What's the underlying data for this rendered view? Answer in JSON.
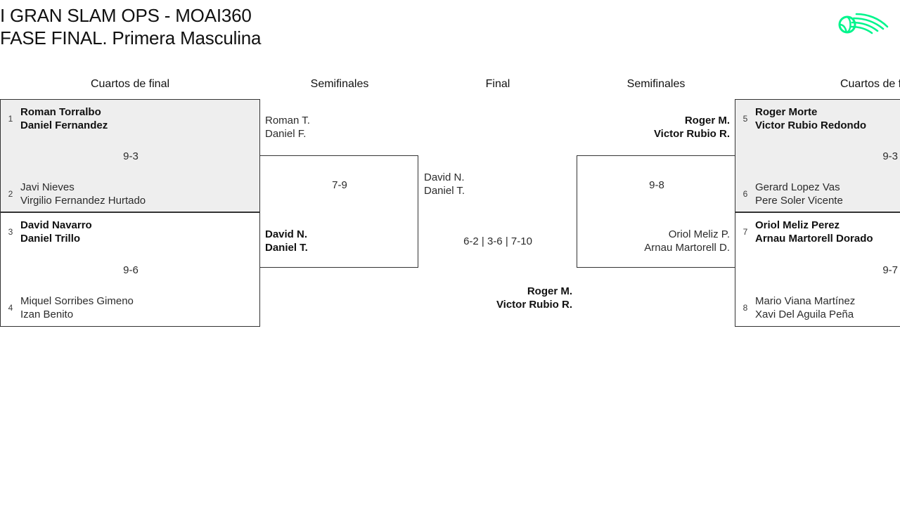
{
  "header": {
    "title_line1": "I GRAN SLAM OPS - MOAI360",
    "title_line2": "FASE FINAL. Primera Masculina",
    "logo_name": "padel-ball-logo",
    "logo_color": "#00f58c"
  },
  "rounds": [
    {
      "label": "Cuartos de final"
    },
    {
      "label": "Semifinales"
    },
    {
      "label": "Final"
    },
    {
      "label": "Semifinales"
    },
    {
      "label": "Cuartos de final"
    }
  ],
  "bracket": {
    "left_quarterfinals": [
      {
        "score": "9-3",
        "top": {
          "seed": "1",
          "line1": "Roman Torralbo",
          "line2": "Daniel Fernandez",
          "winner": true
        },
        "bottom": {
          "seed": "2",
          "line1": "Javi Nieves",
          "line2": "Virgilio Fernandez Hurtado",
          "winner": false
        }
      },
      {
        "score": "9-6",
        "top": {
          "seed": "3",
          "line1": "David Navarro",
          "line2": "Daniel Trillo",
          "winner": true
        },
        "bottom": {
          "seed": "4",
          "line1": "Miquel Sorribes Gimeno",
          "line2": "Izan Benito",
          "winner": false
        }
      }
    ],
    "right_quarterfinals": [
      {
        "score": "9-3",
        "top": {
          "seed": "5",
          "line1": "Roger Morte",
          "line2": "Victor Rubio Redondo",
          "winner": true
        },
        "bottom": {
          "seed": "6",
          "line1": "Gerard Lopez Vas",
          "line2": "Pere Soler Vicente",
          "winner": false
        }
      },
      {
        "score": "9-7",
        "top": {
          "seed": "7",
          "line1": "Oriol Meliz Perez",
          "line2": "Arnau Martorell Dorado",
          "winner": true
        },
        "bottom": {
          "seed": "8",
          "line1": "Mario Viana Martínez",
          "line2": "Xavi Del Aguila Peña",
          "winner": false
        }
      }
    ],
    "left_semifinal": {
      "score": "7-9",
      "top": {
        "line1": "Roman T.",
        "line2": "Daniel F.",
        "winner": false
      },
      "bottom": {
        "line1": "David N.",
        "line2": "Daniel T.",
        "winner": true
      }
    },
    "right_semifinal": {
      "score": "9-8",
      "top": {
        "line1": "Roger M.",
        "line2": "Victor Rubio R.",
        "winner": true
      },
      "bottom": {
        "line1": "Oriol Meliz P.",
        "line2": "Arnau Martorell D.",
        "winner": false
      }
    },
    "final": {
      "score": "6-2 | 3-6 | 7-10",
      "left": {
        "line1": "David N.",
        "line2": "Daniel T.",
        "winner": false
      },
      "right": {
        "line1": "Roger M.",
        "line2": "Victor Rubio R.",
        "winner": true
      }
    }
  }
}
